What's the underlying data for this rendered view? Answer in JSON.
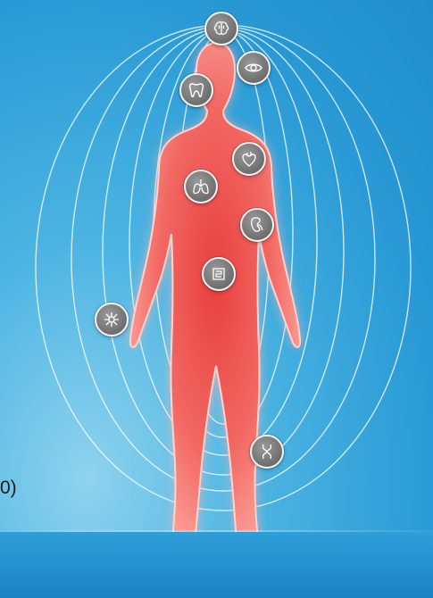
{
  "scene": {
    "background_color": "#2a9bd6",
    "body_color": "#f0605a",
    "body_glow": "#ff9a95"
  },
  "markers": [
    {
      "name": "brain-marker",
      "icon": "brain-icon"
    },
    {
      "name": "eye-marker",
      "icon": "eye-icon"
    },
    {
      "name": "tooth-marker",
      "icon": "tooth-icon"
    },
    {
      "name": "heart-marker",
      "icon": "heart-icon"
    },
    {
      "name": "lungs-marker",
      "icon": "lungs-icon"
    },
    {
      "name": "kidney-marker",
      "icon": "kidney-icon"
    },
    {
      "name": "intestines-marker",
      "icon": "intestines-icon"
    },
    {
      "name": "nerves-marker",
      "icon": "nerve-cell-icon"
    },
    {
      "name": "knee-marker",
      "icon": "knee-joint-icon"
    }
  ],
  "side_text": "0)"
}
